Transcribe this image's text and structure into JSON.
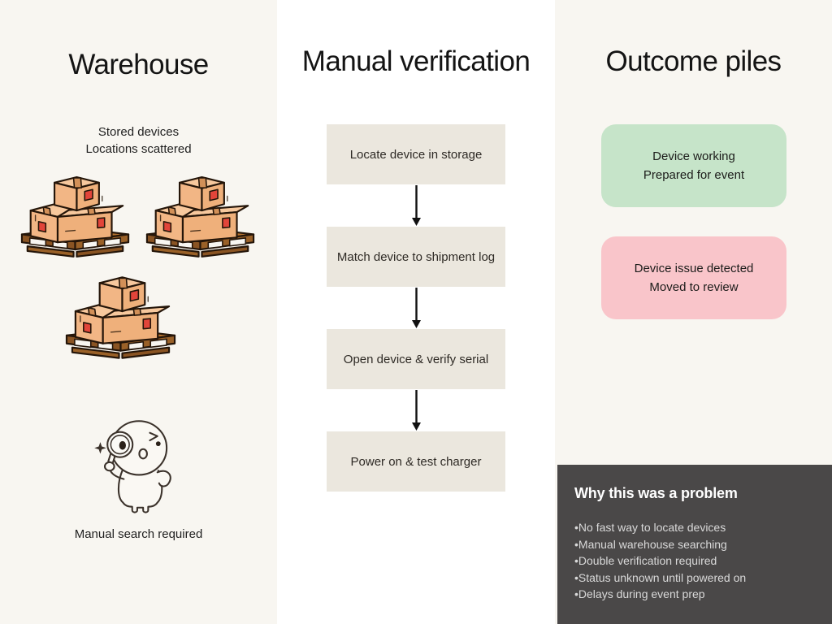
{
  "warehouse": {
    "title": "Warehouse",
    "subtitle": [
      "Stored devices",
      "Locations scattered"
    ],
    "caption": "Manual search required"
  },
  "verification": {
    "title": "Manual verification",
    "steps": [
      "Locate device in storage",
      "Match device to shipment log",
      "Open device & verify serial",
      "Power on & test charger"
    ]
  },
  "outcomes": {
    "title": "Outcome piles",
    "working_pile": {
      "lines": [
        "Device working",
        "Prepared for event"
      ],
      "color": "#c6e4c9"
    },
    "issue_pile": {
      "lines": [
        "Device issue detected",
        "Moved to review"
      ],
      "color": "#f9c5ca"
    },
    "problem_panel": {
      "title": "Why this was a problem",
      "bullets": [
        "No fast way to locate devices",
        "Manual warehouse searching",
        "Double verification required",
        "Status unknown until powered on",
        "Delays during event prep"
      ],
      "background": "#4a4848",
      "text_color": "#d9d9d9"
    }
  },
  "colors": {
    "side_background": "#f8f6f1",
    "middle_background": "#ffffff",
    "step_box": "#ebe7de",
    "arrow": "#111111",
    "box_fill": "#f2b685",
    "box_label_red": "#e2453a",
    "pallet_brown": "#b5722f"
  }
}
